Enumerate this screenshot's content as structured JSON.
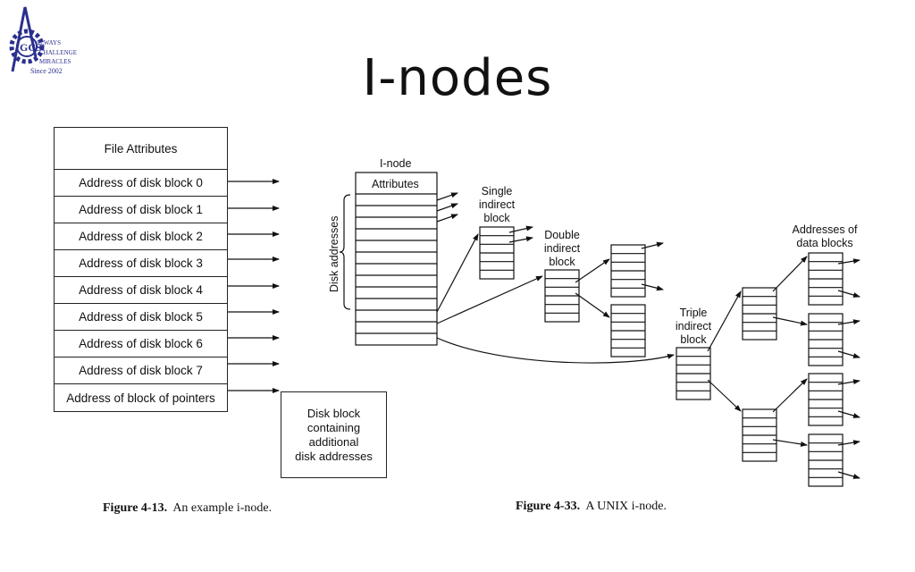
{
  "logo": {
    "icon": "gear-logo-icon",
    "letters": "GCS",
    "tagline_lines": [
      "ALWAYS",
      "CHALLENGE",
      "MIRACLES",
      "Since 2002"
    ],
    "color": "#2a2f8f"
  },
  "page": {
    "title": "I-nodes"
  },
  "figure_left": {
    "header": "File Attributes",
    "rows": [
      "Address of disk block 0",
      "Address of disk block 1",
      "Address of disk block 2",
      "Address of disk block 3",
      "Address of disk block 4",
      "Address of disk block 5",
      "Address of disk block 6",
      "Address of disk block 7",
      "Address of block of pointers"
    ],
    "pointer_box": "Disk block\ncontaining\nadditional\ndisk addresses",
    "caption_label": "Figure 4-13.",
    "caption_text": "An example i-node."
  },
  "figure_right": {
    "inode_label": "I-node",
    "attributes_label": "Attributes",
    "disk_addresses_label": "Disk addresses",
    "single_label": [
      "Single",
      "indirect",
      "block"
    ],
    "double_label": [
      "Double",
      "indirect",
      "block"
    ],
    "triple_label": [
      "Triple",
      "indirect",
      "block"
    ],
    "data_label": [
      "Addresses of",
      "data blocks"
    ],
    "caption_label": "Figure 4-33.",
    "caption_text": "A UNIX i-node."
  }
}
